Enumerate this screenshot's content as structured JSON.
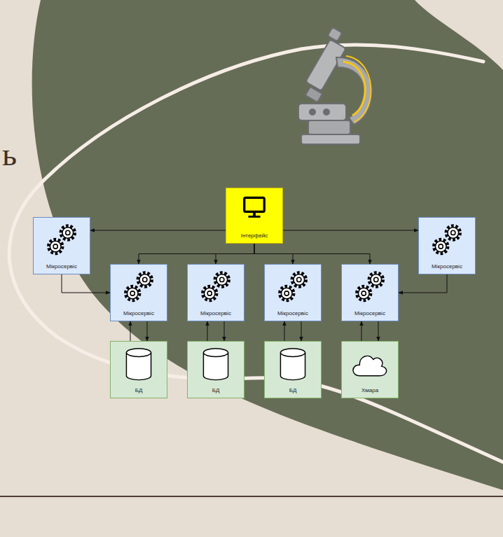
{
  "diagram": {
    "nodes": [
      {
        "text": [
          "Інтерфейс"
        ]
      },
      {
        "text": [
          "Мікросервіс"
        ]
      },
      {
        "text": [
          "Мікросервіс"
        ]
      },
      {
        "text": [
          "Мікросервіс"
        ]
      },
      {
        "text": [
          "Мікросервіс"
        ]
      },
      {
        "text": [
          "Мікросервіс"
        ]
      },
      {
        "text": [
          "Мікросервіс"
        ]
      },
      {
        "text": [
          "БД"
        ]
      },
      {
        "text": [
          "БД"
        ]
      },
      {
        "text": [
          "БД"
        ]
      },
      {
        "text": [
          "Хмара"
        ]
      }
    ],
    "edges": [
      {
        "from": 0,
        "to": 1,
        "arrow": "to"
      },
      {
        "from": 0,
        "to": 2,
        "arrow": "to"
      },
      {
        "from": 0,
        "to": 3,
        "arrow": "to"
      },
      {
        "from": 0,
        "to": 4,
        "arrow": "to"
      },
      {
        "from": 0,
        "to": 5,
        "arrow": "to"
      },
      {
        "from": 0,
        "to": 6,
        "arrow": "to"
      },
      {
        "from": 1,
        "to": 3,
        "arrow": "to"
      },
      {
        "from": 2,
        "to": 6,
        "arrow": "to"
      },
      {
        "from": 3,
        "to": 7,
        "arrow": "to"
      },
      {
        "from": 7,
        "to": 3,
        "arrow": "to"
      },
      {
        "from": 4,
        "to": 8,
        "arrow": "to"
      },
      {
        "from": 8,
        "to": 4,
        "arrow": "to"
      },
      {
        "from": 5,
        "to": 9,
        "arrow": "to"
      },
      {
        "from": 9,
        "to": 5,
        "arrow": "to"
      },
      {
        "from": 6,
        "to": 10,
        "arrow": "to"
      },
      {
        "from": 10,
        "to": 6,
        "arrow": "to"
      }
    ],
    "labels": [
      "ь"
    ]
  }
}
